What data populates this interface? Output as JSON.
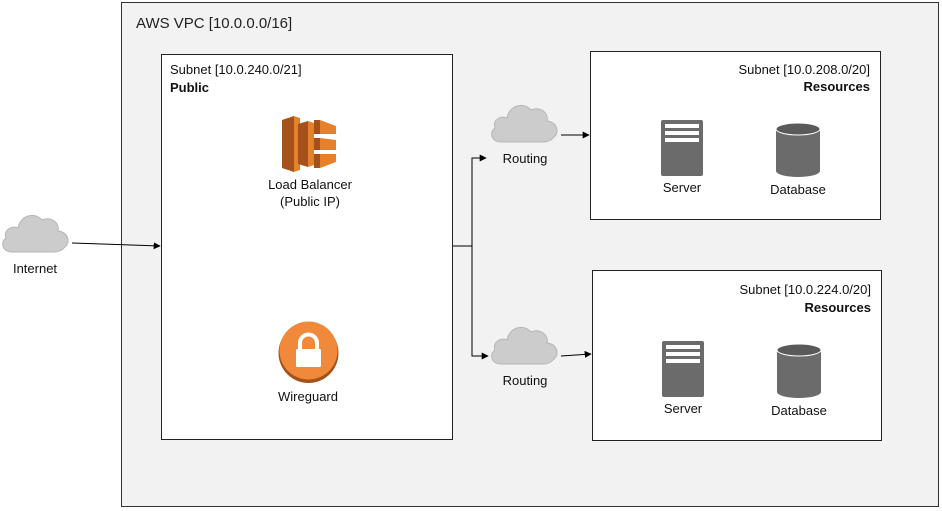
{
  "vpc": {
    "title": "AWS VPC [10.0.0.0/16]"
  },
  "internet": {
    "label": "Internet",
    "icon": "cloud-icon"
  },
  "public_subnet": {
    "cidr": "Subnet [10.0.240.0/21]",
    "name": "Public",
    "load_balancer": {
      "label_line1": "Load Balancer",
      "label_line2": "(Public IP)",
      "icon": "load-balancer-icon"
    },
    "wireguard": {
      "label": "Wireguard",
      "icon": "lock-icon"
    }
  },
  "routing": [
    {
      "label": "Routing",
      "icon": "cloud-icon"
    },
    {
      "label": "Routing",
      "icon": "cloud-icon"
    }
  ],
  "resource_subnets": [
    {
      "cidr": "Subnet [10.0.208.0/20]",
      "name": "Resources",
      "server_label": "Server",
      "database_label": "Database"
    },
    {
      "cidr": "Subnet [10.0.224.0/20]",
      "name": "Resources",
      "server_label": "Server",
      "database_label": "Database"
    }
  ],
  "colors": {
    "cloud": "#cccccc",
    "aws_orange": "#e7802a",
    "aws_orange_dark": "#a5511b",
    "server": "#6b6b6b",
    "vpc_bg": "#f2f2f2"
  }
}
